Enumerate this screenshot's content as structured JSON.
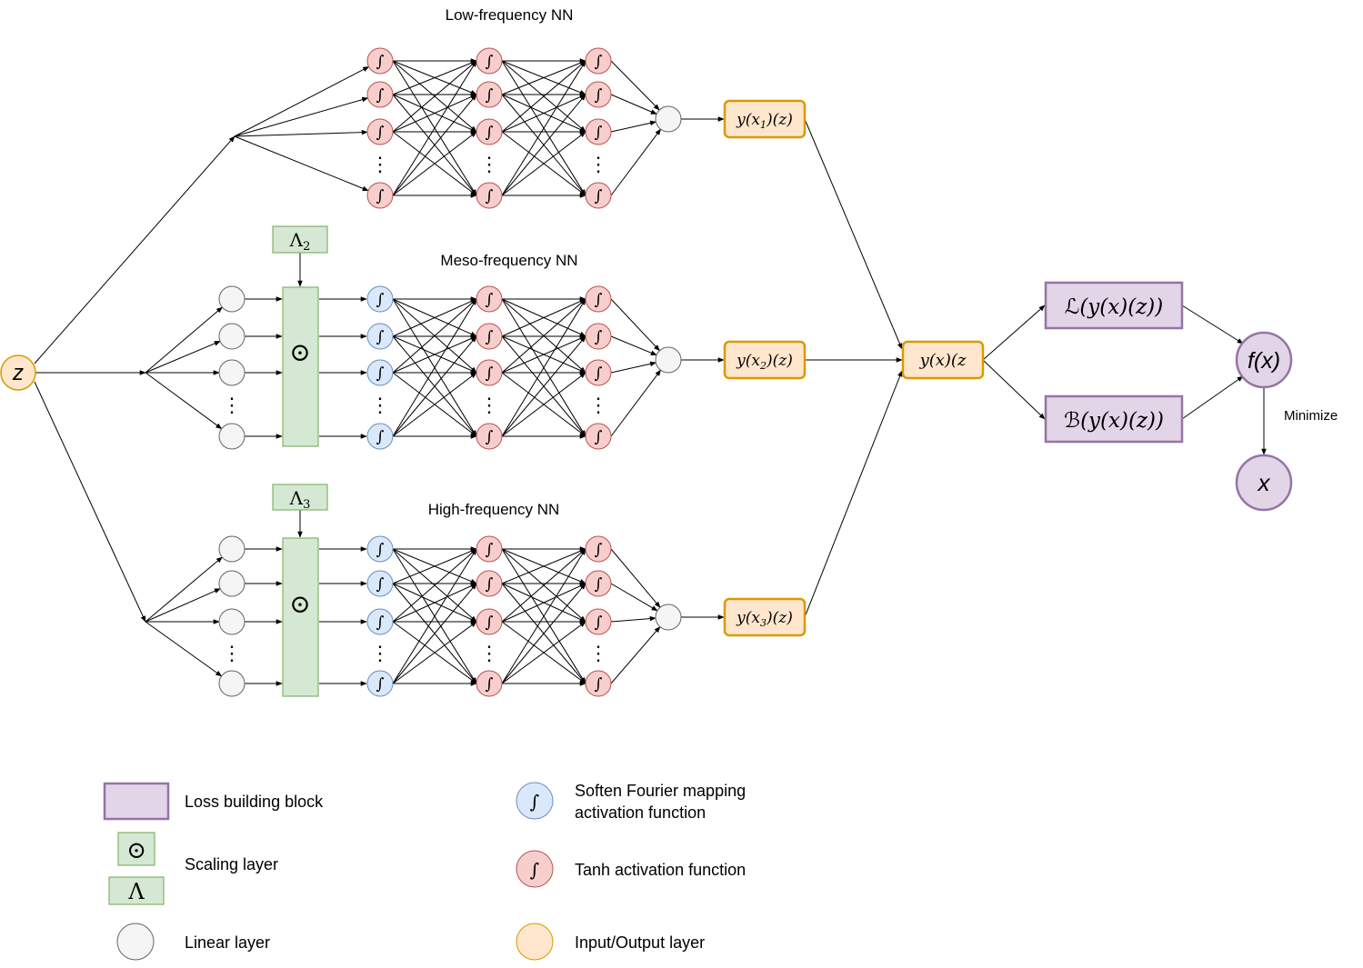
{
  "titles": {
    "low": "Low-frequency NN",
    "meso": "Meso-frequency NN",
    "high": "High-frequency NN"
  },
  "input": {
    "label": "z"
  },
  "scaling": {
    "symbol": "⊙",
    "lambda2_base": "Λ",
    "lambda2_sub": "2",
    "lambda3_base": "Λ",
    "lambda3_sub": "3"
  },
  "activation_glyph": "∫",
  "ellipsis": "⋮",
  "outputs": {
    "y1": {
      "pre": "y(x",
      "sub": "1",
      "post": ")(z)"
    },
    "y2": {
      "pre": "y(x",
      "sub": "2",
      "post": ")(z)"
    },
    "y3": {
      "pre": "y(x",
      "sub": "3",
      "post": ")(z)"
    },
    "y": "y(x)(z"
  },
  "loss": {
    "L": {
      "sym": "ℒ",
      "rest": "(y(x)(z))"
    },
    "B": {
      "sym": "ℬ",
      "rest": "(y(x)(z))"
    },
    "f": "f(x)",
    "x": "x",
    "minimize": "Minimize"
  },
  "legend": {
    "loss_block": "Loss building block",
    "scaling_layer": "Scaling layer",
    "scaling_symbol": "⊙",
    "lambda_symbol": "Λ",
    "linear_layer": "Linear layer",
    "fourier_line1": "Soften Fourier mapping",
    "fourier_line2": "activation function",
    "tanh": "Tanh activation function",
    "io": "Input/Output layer"
  },
  "colors": {
    "red_fill": "#f8cecc",
    "red_stroke": "#b85450",
    "blue_fill": "#dae8fc",
    "blue_stroke": "#6c8ebf",
    "gray_fill": "#f5f5f5",
    "gray_stroke": "#666666",
    "orange_fill": "#ffe6cc",
    "orange_stroke": "#d79b00",
    "green_fill": "#d5e8d4",
    "green_stroke": "#82b366",
    "purple_fill": "#e1d5e7",
    "purple_stroke": "#9673a6"
  }
}
